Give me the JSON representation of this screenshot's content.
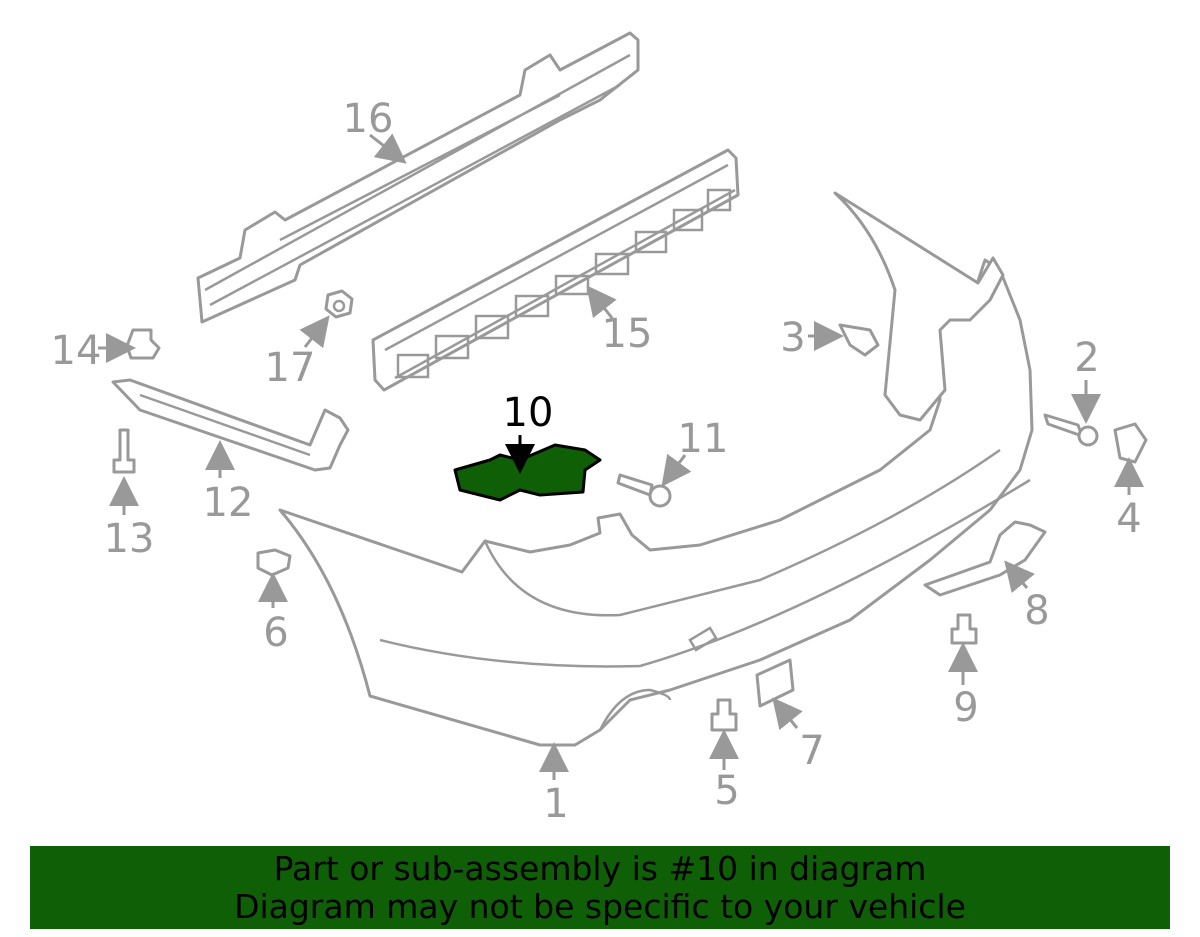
{
  "diagram": {
    "highlight_color": "#0f5f07",
    "highlighted_part": "10",
    "callouts": [
      "1",
      "2",
      "3",
      "4",
      "5",
      "6",
      "7",
      "8",
      "9",
      "10",
      "11",
      "12",
      "13",
      "14",
      "15",
      "16",
      "17"
    ]
  },
  "banner": {
    "line1": "Part or sub-assembly is #10 in diagram",
    "line2": "Diagram may not be specific to your vehicle",
    "color": "#0f5f07"
  }
}
